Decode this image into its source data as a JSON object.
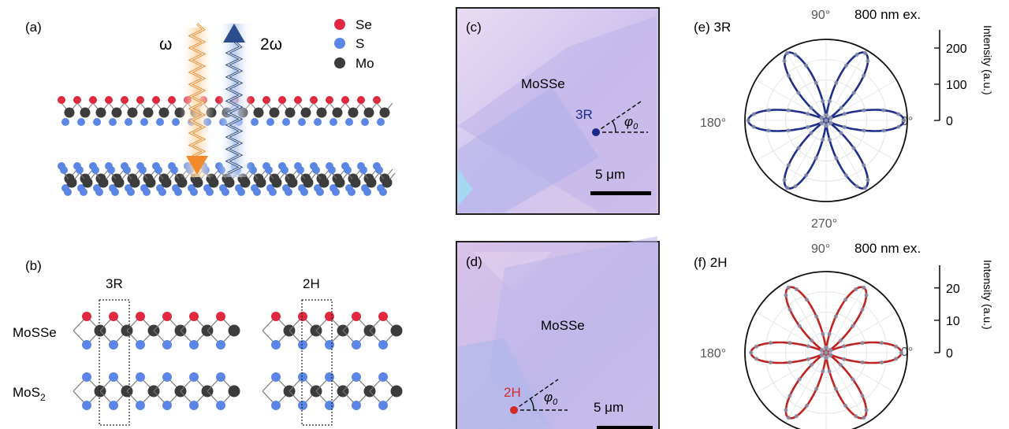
{
  "panels": {
    "a": {
      "label": "(a)",
      "omega": "ω",
      "two_omega": "2ω",
      "legend": [
        {
          "name": "Se",
          "color": "#e0293e"
        },
        {
          "name": "S",
          "color": "#5b86e5"
        },
        {
          "name": "Mo",
          "color": "#3c3c3c"
        }
      ],
      "colors": {
        "omega_wave": "#f28a2c",
        "two_omega_wave": "#2c4d8c"
      }
    },
    "b": {
      "label": "(b)",
      "stack_3r": "3R",
      "stack_2h": "2H",
      "row_mossse": "MoSSe",
      "row_mos2_base": "MoS",
      "row_mos2_sub": "2"
    },
    "c": {
      "label": "(c)",
      "material": "MoSSe",
      "phase": "3R",
      "angle_base": "φ",
      "angle_sub": "0",
      "scale": "5 μm",
      "marker_color": "#1a2a8c"
    },
    "d": {
      "label": "(d)",
      "material": "MoSSe",
      "phase": "2H",
      "angle_base": "φ",
      "angle_sub": "0",
      "scale": "5 μm",
      "marker_color": "#d42a2a"
    }
  },
  "chart_data": [
    {
      "type": "polar",
      "panel_label": "(e) 3R",
      "excitation": "800 nm ex.",
      "color": "#1f2f8a",
      "angle_labels": [
        "90°",
        "180°",
        "0°",
        "270°"
      ],
      "radial_axis_label": "Intensity (a.u.)",
      "radial_ticks": [
        0,
        100,
        200
      ],
      "rlim": [
        0,
        250
      ],
      "petals": 6,
      "petal_max": 240
    },
    {
      "type": "polar",
      "panel_label": "(f) 2H",
      "excitation": "800 nm ex.",
      "color": "#c02222",
      "angle_labels": [
        "90°",
        "180°",
        "0°"
      ],
      "radial_axis_label": "Intensity (a.u.)",
      "radial_ticks": [
        0,
        10,
        20
      ],
      "rlim": [
        0,
        27
      ],
      "petals": 6,
      "petal_max": 25
    }
  ]
}
